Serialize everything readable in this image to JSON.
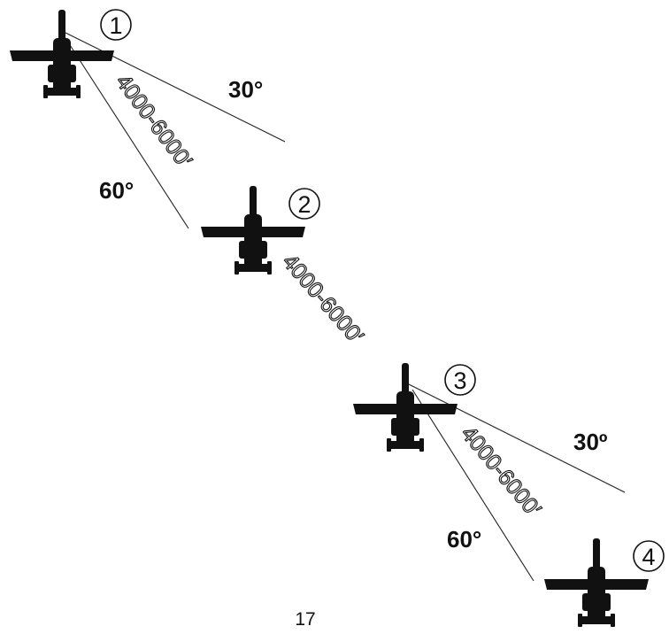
{
  "aircraft": [
    {
      "number": "1"
    },
    {
      "number": "2"
    },
    {
      "number": "3"
    },
    {
      "number": "4"
    }
  ],
  "angles": [
    "30°",
    "60°",
    "30º",
    "60°"
  ],
  "distances": [
    "4000-6000′",
    "4000-6000′",
    "4000-6000′"
  ],
  "page_number": "17"
}
